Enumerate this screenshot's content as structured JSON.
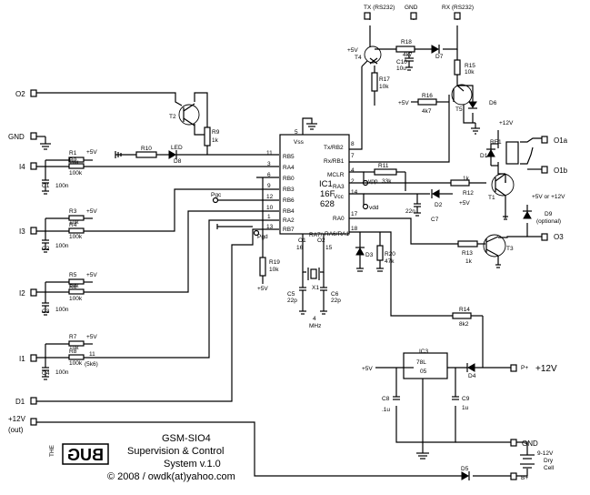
{
  "ic1": {
    "name": "IC1",
    "type1": "16F",
    "type2": "628",
    "pins": {
      "vss": "Vss",
      "rb5": "RB5",
      "ra4": "RA4",
      "rb0": "RB0",
      "rb3": "RB3",
      "rb6": "RB6",
      "rb4": "RB4",
      "ra2": "RA2",
      "rb7": "RB7",
      "tx": "Tx/RB2",
      "rx": "Rx/RB1",
      "mclr": "MCLR",
      "ra3": "RA3",
      "vcc": "Vcc",
      "ra0": "RA0",
      "ra7": "RA7/",
      "ra6": "RA6/RA1",
      "o1": "O1",
      "o2": "O2"
    }
  },
  "pin_numbers": {
    "p5": "5",
    "p11": "11",
    "p3": "3",
    "p6": "6",
    "p9": "9",
    "p12": "12",
    "p10": "10",
    "p1": "1",
    "p13": "13",
    "p8": "8",
    "p7": "7",
    "p4": "4",
    "p2": "2",
    "p14": "14",
    "p17": "17",
    "p18": "18",
    "p16": "16",
    "p15": "15"
  },
  "terminals": {
    "o2": "O2",
    "gnd_left": "GND",
    "i4": "I4",
    "i3": "I3",
    "i2": "I2",
    "i1": "I1",
    "d1": "D1",
    "v12_out": "+12V",
    "v12_out_sub": "(out)",
    "o1a": "O1a",
    "o1b": "O1b",
    "o3": "O3",
    "p_plus": "P+",
    "v12_right": "+12V",
    "gnd_right": "GND",
    "b_plus": "B+",
    "tx": "TX (RS232)",
    "gnd_top": "GND",
    "rx": "RX (RS232)"
  },
  "labels": {
    "r1": "R1",
    "r2": "R2",
    "r3": "R3",
    "r4": "R4",
    "r5": "R5",
    "r6": "R6",
    "r7": "R7",
    "r8": "R8",
    "plus5v": "+5V",
    "plus12v": "+12V",
    "v10k": "10k",
    "v100k": "100k",
    "v100n": "100n",
    "v1k": "1k",
    "v4k7": "4k7",
    "v33k": "33k",
    "v22n": "22n",
    "v47k": "47k",
    "v22p": "22p",
    "v8k2": "8k2",
    "c1": "C1",
    "c2": "C2",
    "c3": "C3",
    "c4": "C4",
    "pin11": "11",
    "r8_alt": "(5k6)",
    "r10": "R10",
    "led": "LED",
    "d8": "D8",
    "t2": "T2",
    "r9": "R9",
    "pgc": "Pgc",
    "pgd": "Pgd",
    "r19": "R19",
    "t4": "T4",
    "r17": "R17",
    "r18": "R18",
    "c10": "C10",
    "c10_val": "10u",
    "d7": "D7",
    "r15": "R15",
    "r16": "R16",
    "t5": "T5",
    "d6": "D6",
    "r11": "R11",
    "vpp": "vpp",
    "vdd": "vdd",
    "r12": "R12",
    "d2": "D2",
    "c7": "C7",
    "t1": "T1",
    "re1": "RE1",
    "d1": "D1",
    "d9_supply": "+5V or +12V",
    "d9": "D9",
    "optional": "(optional)",
    "r13": "R13",
    "t3": "T3",
    "d3": "D3",
    "r20": "R20",
    "x1": "X1",
    "c5": "C5",
    "c6": "C6",
    "xtal1": "4",
    "xtal2": "MHz",
    "r14": "R14",
    "ic3": "IC3",
    "ic3_type1": "78L",
    "ic3_type2": "05",
    "d4": "D4",
    "c8": "C8",
    "c8_val": ".1u",
    "c9": "C9",
    "c9_val": "1u",
    "d5": "D5",
    "battery1": "9-12V",
    "battery2": "Dry",
    "battery3": "Cell"
  },
  "title": {
    "logo_the": "THE",
    "logo_bug": "BUG",
    "line1": "GSM-SIO4",
    "line2": "Supervision & Control",
    "line3": "System v.1.0",
    "line4": "© 2008 / owdk(at)yahoo.com"
  }
}
